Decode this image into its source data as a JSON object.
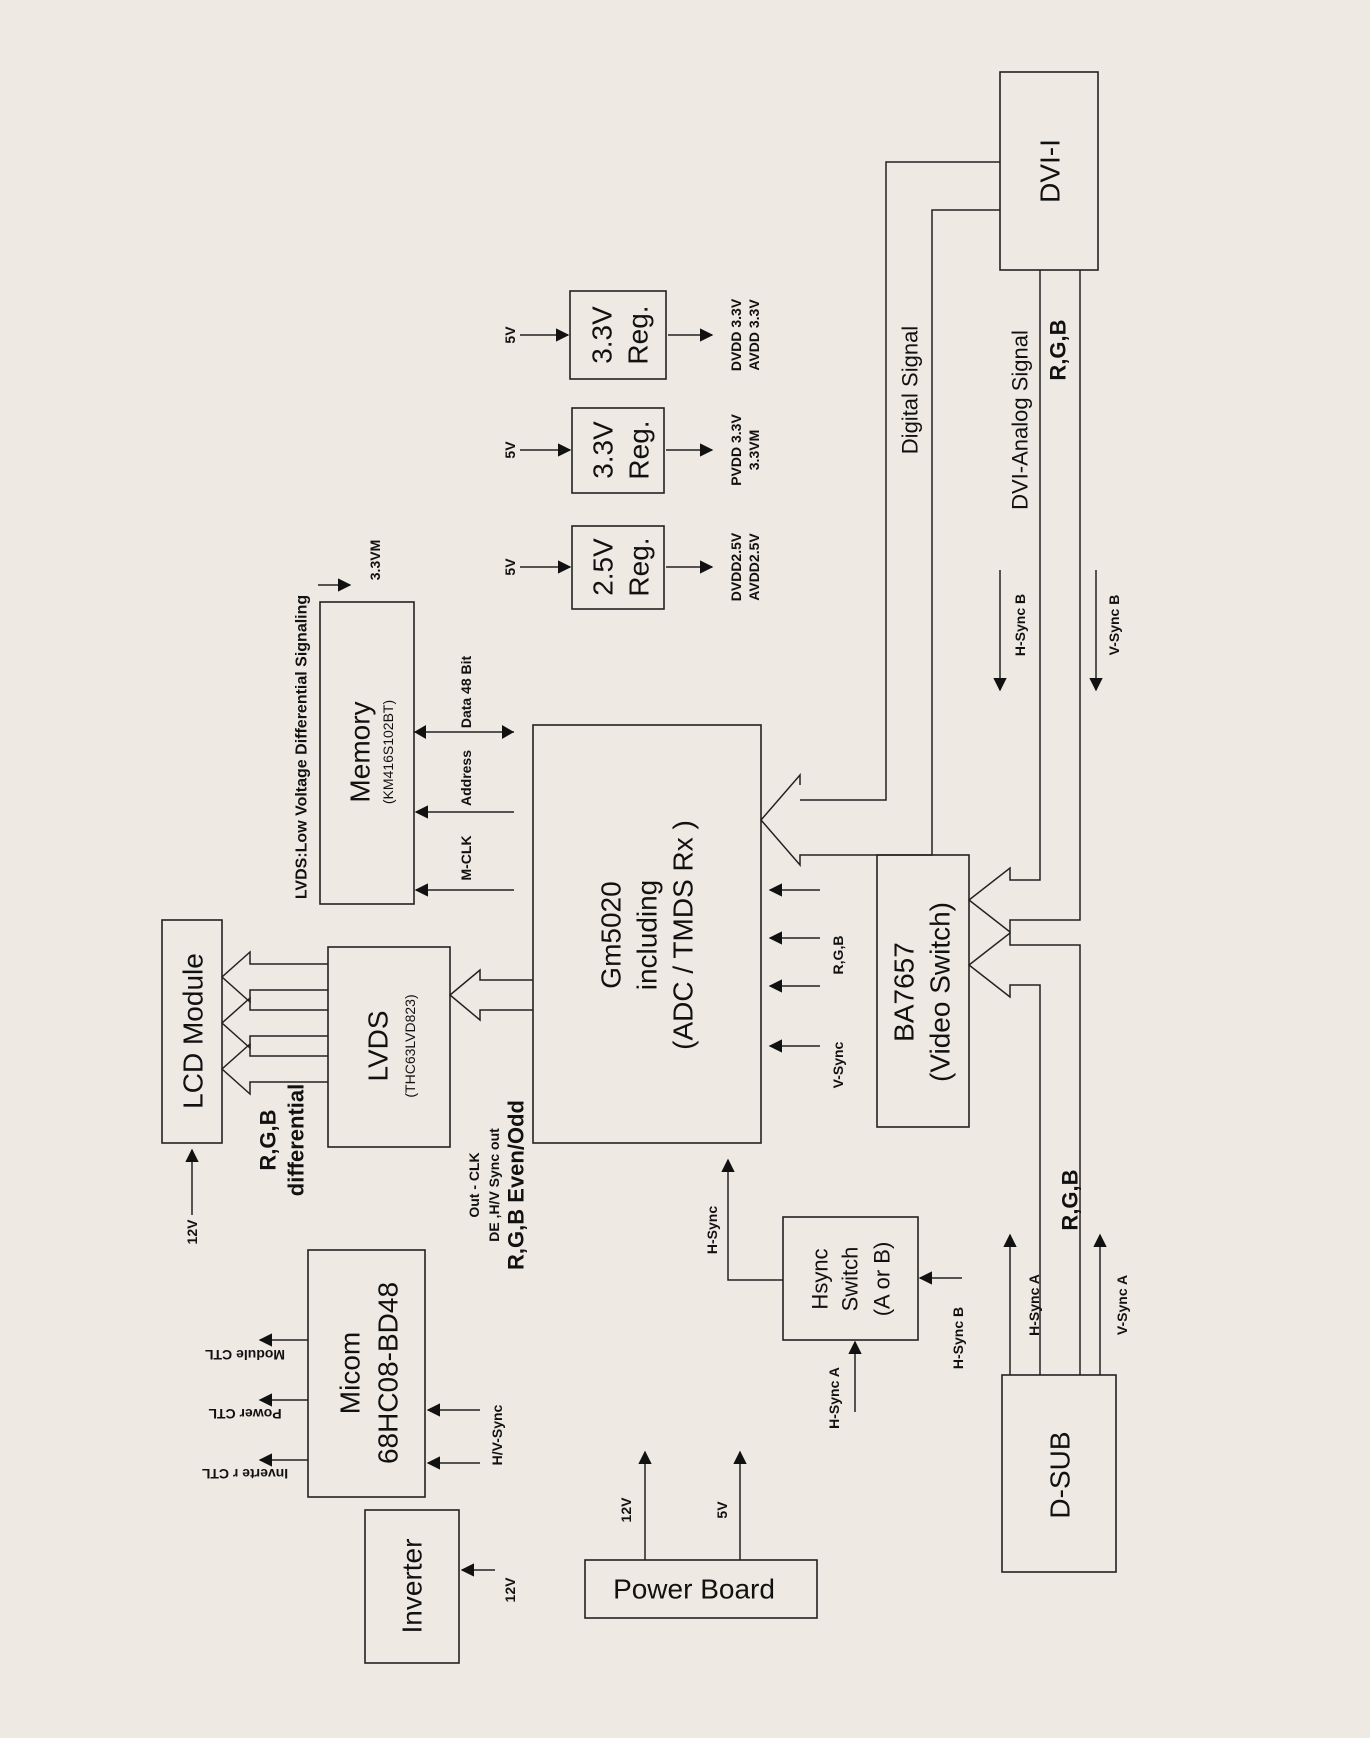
{
  "blocks": {
    "dvi_i": "DVI-I",
    "d_sub": "D-SUB",
    "lcd_module": "LCD Module",
    "lvds_title": "LVDS",
    "lvds_part": "(THC63LVD823)",
    "memory_title": "Memory",
    "memory_part": "(KM416S102BT)",
    "gm_line1": "Gm5020",
    "gm_line2": "including",
    "gm_line3": "(ADC / TMDS Rx )",
    "ba_line1": "BA7657",
    "ba_line2": "(Video Switch)",
    "hsync_line1": "Hsync",
    "hsync_line2": "Switch",
    "hsync_line3": "(A or B)",
    "micom_line1": "Micom",
    "micom_line2": "68HC08-BD48",
    "inverter": "Inverter",
    "power_board": "Power Board",
    "reg1_line1": "2.5V",
    "reg1_line2": "Reg.",
    "reg2_line1": "3.3V",
    "reg2_line2": "Reg.",
    "reg3_line1": "3.3V",
    "reg3_line2": "Reg."
  },
  "labels": {
    "reg1_in": "5V",
    "reg2_in": "5V",
    "reg3_in": "5V",
    "reg1_out1": "DVDD2.5V",
    "reg1_out2": "AVDD2.5V",
    "reg2_out1": "PVDD 3.3V",
    "reg2_out2": "3.3VM",
    "reg3_out1": "DVDD 3.3V",
    "reg3_out2": "AVDD 3.3V",
    "memory_supply": "3.3VM",
    "lvds_note": "LVDS:Low Voltage Differential Signaling",
    "data_bus": "Data 48 Bit",
    "address": "Address",
    "mclk": "M-CLK",
    "digital_signal": "Digital  Signal",
    "dvi_analog_signal": "DVI-Analog  Signal",
    "rgb_dvi": "R,G,B",
    "hsync_b_dvi": "H-Sync  B",
    "vsync_b_dvi": "V-Sync  B",
    "rgb_gm": "R,G,B",
    "vsync_gm": "V-Sync",
    "lcd_12v": "12V",
    "rgb_diff_1": "R,G,B",
    "rgb_diff_2": "differential",
    "lvds_in_1": "Out - CLK",
    "lvds_in_2": "DE ,H/V Sync  out",
    "lvds_in_3": "R,G,B Even/Odd",
    "hsync_gm": "H-Sync",
    "hsync_a_in": "H-Sync A",
    "hsync_b_in": "H-Sync B",
    "rgb_dsub": "R,G,B",
    "hsync_a_dsub": "H-Sync A",
    "vsync_a_dsub": "V-Sync A",
    "micom_out1": "Module  CTL",
    "micom_out2": "Power  CTL",
    "micom_out3": "Inverte r CTL",
    "micom_in": "H/V-Sync",
    "inverter_12v": "12V",
    "pb_out1": "12V",
    "pb_out2": "5V"
  }
}
